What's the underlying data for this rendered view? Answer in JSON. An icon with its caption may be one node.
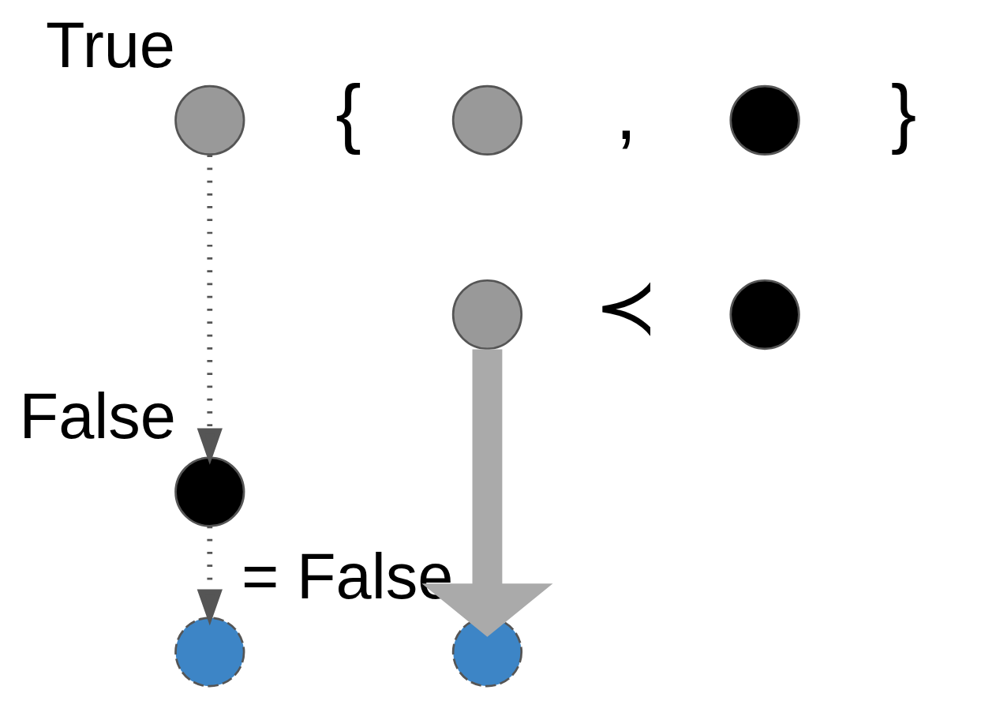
{
  "diagram": {
    "nodes": [
      {
        "text": [],
        "shape": "circle",
        "beside": [
          "True"
        ]
      },
      {
        "text": [],
        "shape": "circle",
        "beside": [
          "False"
        ]
      },
      {
        "text": [],
        "shape": "circle"
      },
      {
        "text": [],
        "shape": "circle"
      },
      {
        "text": [],
        "shape": "circle"
      },
      {
        "text": [],
        "shape": "circle"
      },
      {
        "text": [],
        "shape": "circle"
      },
      {
        "text": [],
        "shape": "circle",
        "beside": [
          "= False"
        ]
      }
    ],
    "edges": [
      {
        "from": 0,
        "to": 1,
        "arrow": "to",
        "style": "dashed"
      },
      {
        "from": 1,
        "to": 2,
        "arrow": "to",
        "style": "dashed"
      },
      {
        "from": 5,
        "to": 7,
        "arrow": "to",
        "style": "thick"
      }
    ],
    "labels": [
      "{",
      ",",
      "}",
      "≺"
    ]
  }
}
